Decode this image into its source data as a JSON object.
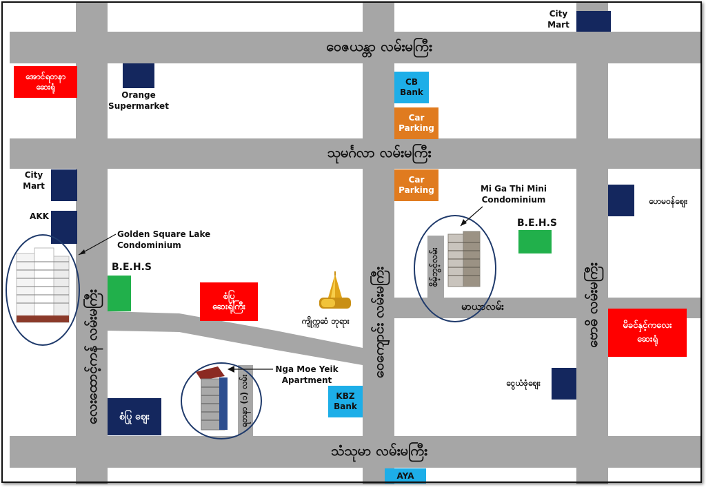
{
  "roads": {
    "wizaya": "ဝေဇယန္တာ လမ်းမကြီး",
    "thumingala": "သုမင်္ဂလာ လမ်းမကြီး",
    "thanthumar": "သံသုမာ လမ်းမကြီး",
    "lay_daung_kan": "လေးထောင့်ကန် လမ်းမကြီး",
    "war_kyaung": "ဝေကျောင်း လမ်းမကြီး",
    "bawdi": "ဗောဓိ လမ်းမကြီး",
    "mayar": "မာယာလမ်း",
    "sein_bwint": "စိမ့်ဘွင့်လမ်း",
    "yadanar_1": "ရတနာ (၁) လမ်း"
  },
  "places": {
    "city_mart_top": "City\nMart",
    "aung_yadanar": "အောင်ရတနာ\nဆေးရုံ",
    "orange_supermarket": "Orange\nSupermarket",
    "cb_bank": "CB\nBank",
    "car_parking_1": "Car\nParking",
    "car_parking_2": "Car\nParking",
    "city_mart_left": "City\nMart",
    "akk": "AKK",
    "golden_square": "Golden Square Lake\nCondominium",
    "behs_left": "B.E.H.S",
    "sein_pyu_hospital": "စံပြု\nဆေးရုံကြီး",
    "pagoda_name": "ကျိုက္ကဆံ ဘုရား",
    "mi_ga_thi": "Mi Ga Thi Mini\nCondominium",
    "behs_right": "B.E.H.S",
    "hay_mar_wun": "ဟေမဝန်ဈေး",
    "mingalar_hospital": "မိခင်နှင့်ကလေး\nဆေးရုံ",
    "nga_moe_yeik": "Nga Moe Yeik\nApartment",
    "kbz_bank": "KBZ\nBank",
    "ngwe_yar_pyu": "ငွေယံဖုံဈေး",
    "sein_pyu_market": "စံပြု ဈေး",
    "aya": "AYA"
  },
  "colors": {
    "road": "#a6a6a6",
    "navy": "#14275e",
    "red": "#ff0000",
    "orange": "#e07b1f",
    "cyan": "#1daee8",
    "green": "#21b04b",
    "ellipse": "#1f3a6b"
  },
  "icons": [
    "building-icon",
    "pagoda-icon"
  ]
}
